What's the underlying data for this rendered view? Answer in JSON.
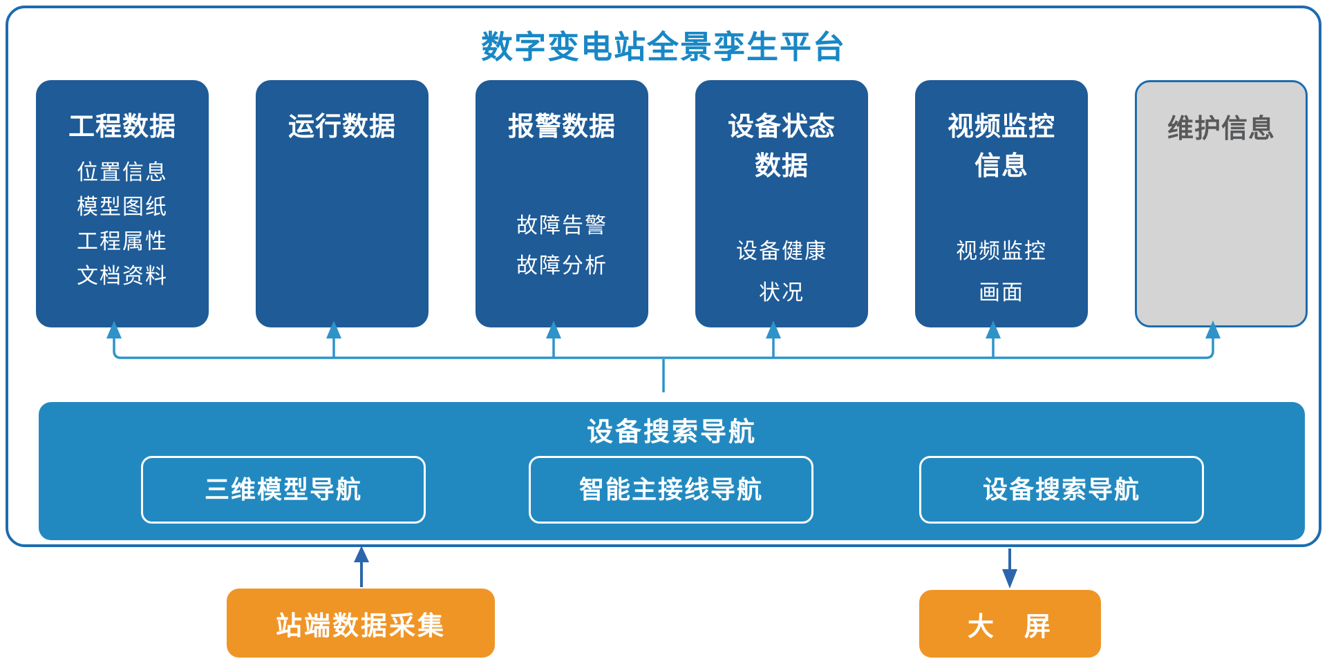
{
  "diagram": {
    "platform_title": "数字变电站全景孪生平台",
    "cards": [
      {
        "id": "engineering-data",
        "title": "工程数据",
        "items": "位置信息\n模型图纸\n工程属性\n文档资料"
      },
      {
        "id": "operation-data",
        "title": "运行数据",
        "items": ""
      },
      {
        "id": "alarm-data",
        "title": "报警数据",
        "items": "故障告警\n故障分析"
      },
      {
        "id": "device-status-data",
        "title": "设备状态\n数据",
        "items": "设备健康\n状况"
      },
      {
        "id": "video-monitor-info",
        "title": "视频监控\n信息",
        "items": "视频监控\n画面"
      },
      {
        "id": "maintenance-info",
        "title": "维护信息",
        "items": "",
        "variant": "gray"
      }
    ],
    "nav_bar": {
      "title": "设备搜索导航",
      "buttons": [
        {
          "label": "三维模型导航"
        },
        {
          "label": "智能主接线导航"
        },
        {
          "label": "设备搜索导航"
        }
      ]
    },
    "bottom_nodes": [
      {
        "label": "站端数据采集",
        "arrow": "up-into-platform"
      },
      {
        "label": "大　屏",
        "arrow": "down-from-platform"
      }
    ],
    "colors": {
      "container_border": "#1c6cae",
      "platform_title": "#1987c5",
      "card_blue": "#1e5b97",
      "nav_bar_blue": "#2289c0",
      "connector_blue": "#2e93c8",
      "bottom_arrow_blue": "#2b66ad",
      "orange_node": "#ef9526",
      "gray_card_fill": "#d4d4d4",
      "gray_card_text": "#58595b"
    }
  }
}
